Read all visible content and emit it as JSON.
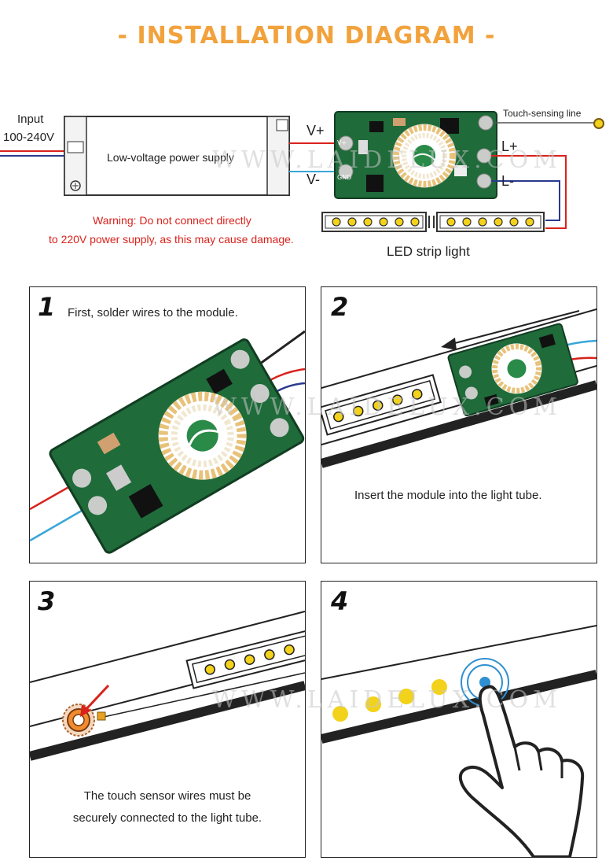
{
  "title": "- INSTALLATION DIAGRAM -",
  "top": {
    "input_label": "Input",
    "input_voltage": "100-240V",
    "psu_label": "Low-voltage power supply",
    "v_plus": "V+",
    "v_minus": "V-",
    "l_plus": "L+",
    "l_minus": "L-",
    "touch_line": "Touch-sensing line",
    "strip_label": "LED strip light",
    "warning_line1": "Warning: Do not connect directly",
    "warning_line2": "to 220V power supply, as this may cause damage.",
    "board_v_plus": "V+",
    "board_gnd": "GND"
  },
  "steps": [
    {
      "number": "1",
      "caption": "First, solder wires to the module."
    },
    {
      "number": "2",
      "caption": "Insert the module into the light tube."
    },
    {
      "number": "3",
      "caption_line1": "The touch sensor wires must be",
      "caption_line2": "securely connected to the light tube."
    },
    {
      "number": "4"
    }
  ],
  "watermark": "WWW.LAIDELUX.COM",
  "colors": {
    "title": "#f2a23c",
    "warning": "#d9221c",
    "wire_red": "#d9221c",
    "wire_blue": "#2a3a8f",
    "wire_cyan": "#3aa6d8",
    "pcb": "#1f6b3a",
    "led": "#f3d21b"
  }
}
